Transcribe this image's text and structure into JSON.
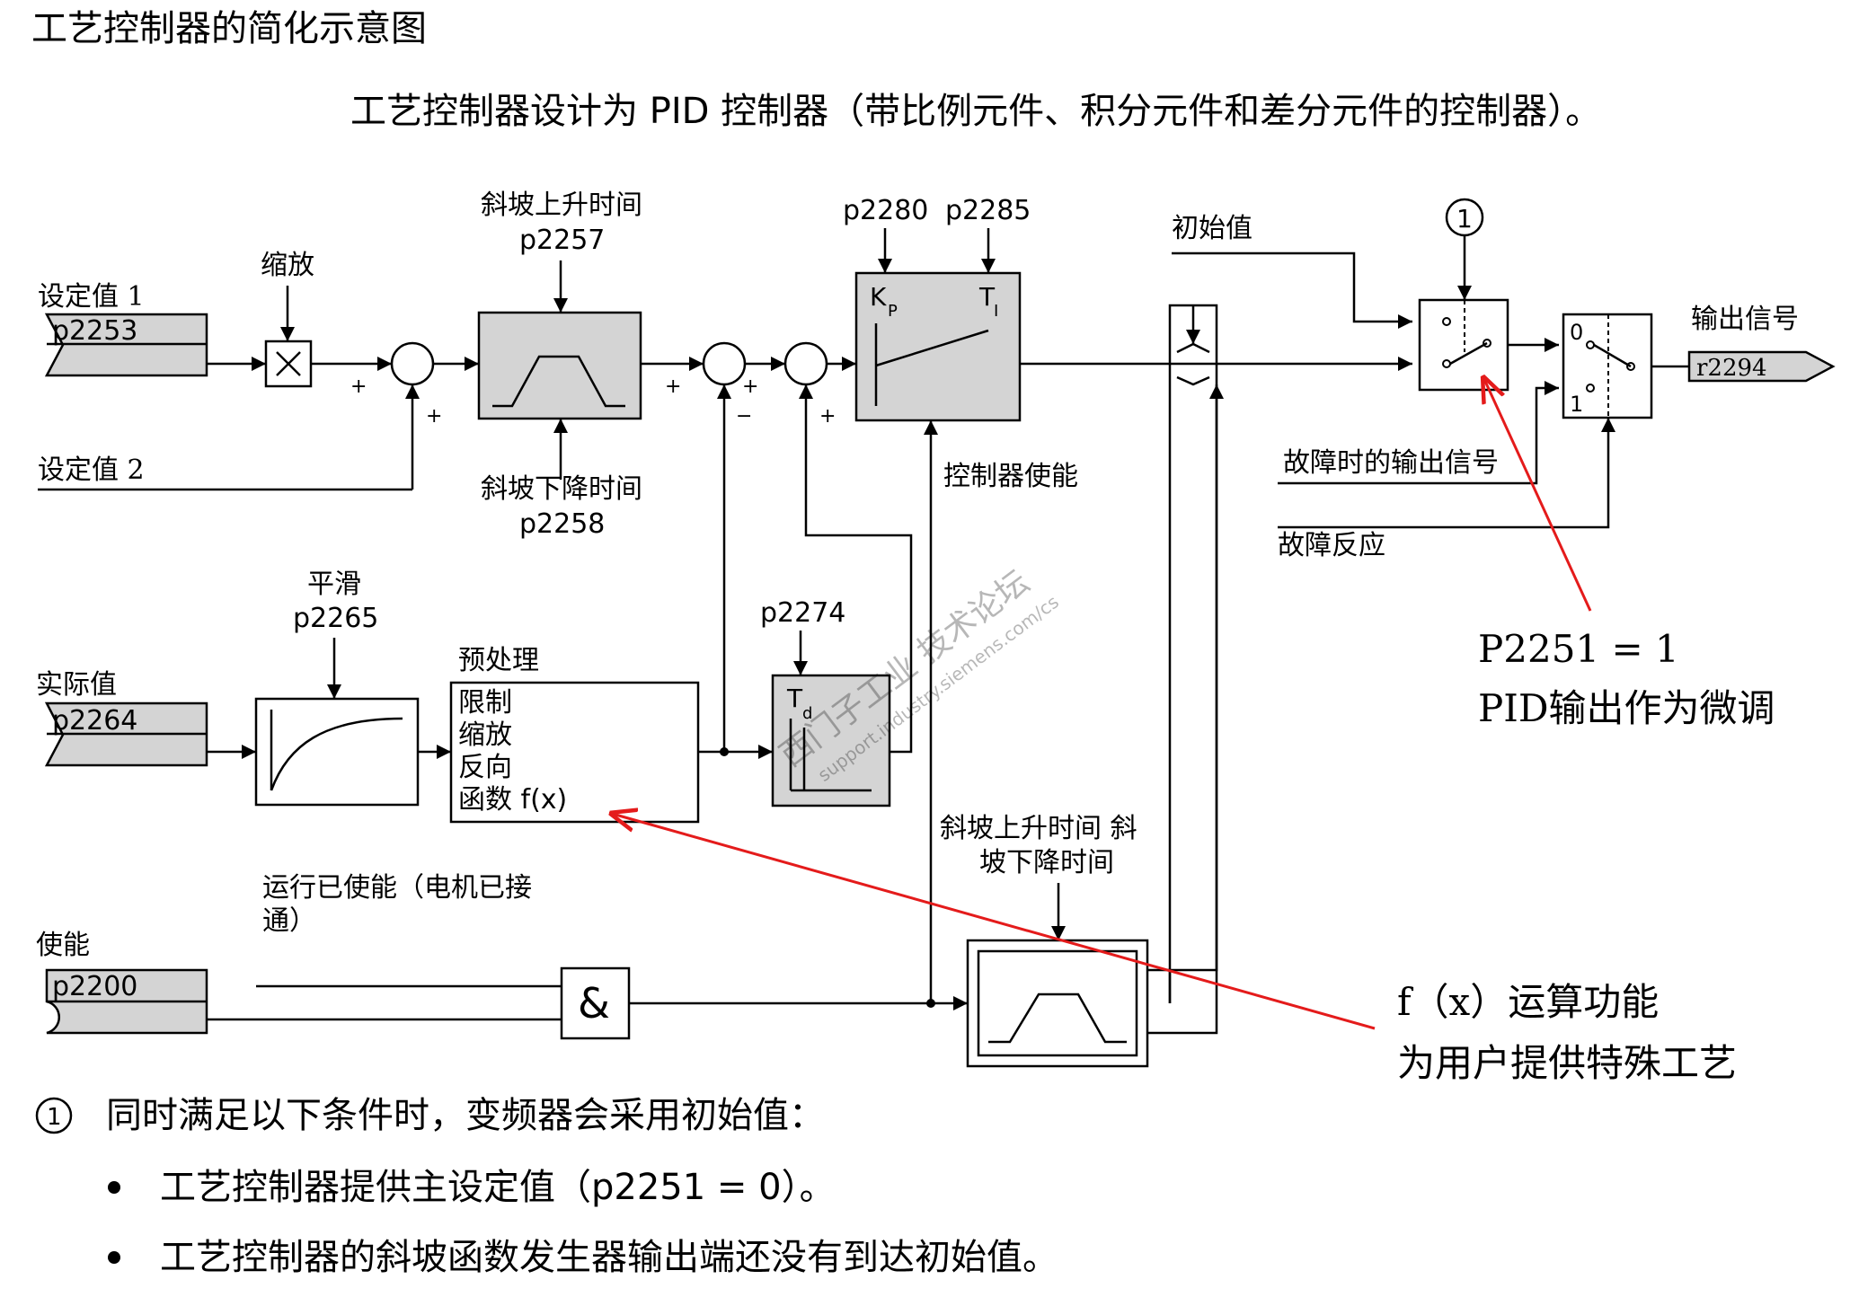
{
  "page_title": "工艺控制器的简化示意图",
  "intro": "工艺控制器设计为 PID 控制器（带比例元件、积分元件和差分元件的控制器）。",
  "inputs": {
    "setpoint1_label": "设定值 1",
    "setpoint1_param": "p2253",
    "setpoint2_label": "设定值 2",
    "actual_label": "实际值",
    "actual_param": "p2264",
    "enable_label": "使能",
    "enable_param": "p2200"
  },
  "blocks": {
    "scale_label": "缩放",
    "ramp_up_label": "斜坡上升时间",
    "ramp_up_param": "p2257",
    "ramp_down_label": "斜坡下降时间",
    "ramp_down_param": "p2258",
    "kp_param": "p2280",
    "ti_param": "p2285",
    "kp_symbol": "K",
    "kp_sub": "P",
    "ti_symbol": "T",
    "ti_sub": "I",
    "controller_enable_label": "控制器使能",
    "smoothing_label": "平滑",
    "smoothing_param": "p2265",
    "preprocess_label": "预处理",
    "preprocess_items": [
      "限制",
      "缩放",
      "反向",
      "函数 f(x)"
    ],
    "td_param": "p2274",
    "td_symbol": "T",
    "td_sub": "d",
    "run_enabled_line1": "运行已使能（电机已接",
    "run_enabled_line2": "通）",
    "and_symbol": "&",
    "ramp_gen_line1": "斜坡上升时间 斜",
    "ramp_gen_line2": "坡下降时间",
    "initial_value_label": "初始值",
    "circle_marker": "1",
    "switch_label_0": "0",
    "switch_label_1": "1",
    "output_label": "输出信号",
    "output_param": "r2294",
    "fault_output_label": "故障时的输出信号",
    "fault_reaction_label": "故障反应"
  },
  "signs": {
    "sum1_a": "+",
    "sum1_b": "+",
    "sum2_a": "+",
    "sum2_b": "+",
    "sum2_c": "−",
    "sum3_a": "+"
  },
  "watermark": {
    "line1": "西门子工业  技术论坛",
    "line2": "support.industry.siemens.com/cs"
  },
  "annotations": {
    "pid_trim_line1": "P2251 = 1",
    "pid_trim_line2": "PID输出作为微调",
    "fx_line1": "f（x）运算功能",
    "fx_line2": "为用户提供特殊工艺"
  },
  "notes": {
    "marker": "1",
    "condition": "同时满足以下条件时，变频器会采用初始值：",
    "bullet1": "工艺控制器提供主设定值（p2251 = 0）。",
    "bullet2": "工艺控制器的斜坡函数发生器输出端还没有到达初始值。"
  },
  "colors": {
    "block_fill": "#d4d4d4",
    "annotation_arrow": "#e41b1b"
  }
}
